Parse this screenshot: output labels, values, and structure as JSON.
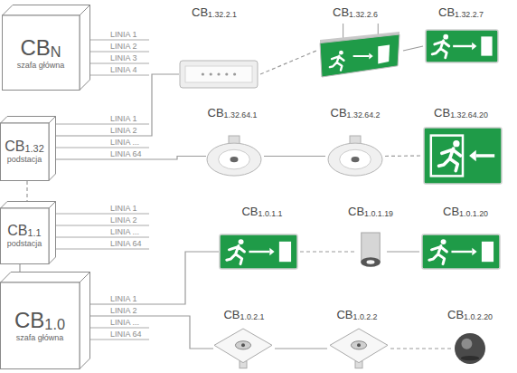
{
  "diagram": {
    "nodes": [
      {
        "text": [
          "CBN",
          "szafa główna"
        ]
      },
      {
        "text": [
          "CB1.32.2.1"
        ]
      },
      {
        "text": [
          "CB1.32.2.6"
        ]
      },
      {
        "text": [
          "CB1.32.2.7"
        ]
      },
      {
        "text": [
          "CB1.32",
          "podstacja"
        ]
      },
      {
        "text": [
          "CB1.32.64.1"
        ]
      },
      {
        "text": [
          "CB1.32.64.2"
        ]
      },
      {
        "text": [
          "CB1.32.64.20"
        ]
      },
      {
        "text": [
          "CB1.1",
          "podstacja"
        ]
      },
      {
        "text": [
          "CB1.0.1.1"
        ]
      },
      {
        "text": [
          "CB1.0.1.19"
        ]
      },
      {
        "text": [
          "CB1.0.1.20"
        ]
      },
      {
        "text": [
          "CB1.0",
          "szafa główna"
        ]
      },
      {
        "text": [
          "CB1.0.2.1"
        ]
      },
      {
        "text": [
          "CB1.0.2.2"
        ]
      },
      {
        "text": [
          "CB1.0.2.20"
        ]
      }
    ],
    "edges": [
      {
        "from": 4,
        "to": 1,
        "arrow": "none",
        "label": "LINIA 2"
      },
      {
        "from": 4,
        "to": 5,
        "arrow": "none",
        "label": "LINIA 64"
      },
      {
        "from": 4,
        "to": 8,
        "arrow": "none"
      },
      {
        "from": 8,
        "to": 12,
        "arrow": "none"
      },
      {
        "from": 12,
        "to": 9,
        "arrow": "none",
        "label": "LINIA 1"
      },
      {
        "from": 12,
        "to": 13,
        "arrow": "none",
        "label": "LINIA 2"
      },
      {
        "from": 1,
        "to": 2,
        "arrow": "none"
      },
      {
        "from": 2,
        "to": 3,
        "arrow": "none"
      },
      {
        "from": 5,
        "to": 6,
        "arrow": "none"
      },
      {
        "from": 6,
        "to": 7,
        "arrow": "none"
      },
      {
        "from": 9,
        "to": 10,
        "arrow": "none"
      },
      {
        "from": 10,
        "to": 11,
        "arrow": "none"
      },
      {
        "from": 13,
        "to": 14,
        "arrow": "none"
      },
      {
        "from": 14,
        "to": 15,
        "arrow": "none"
      }
    ],
    "labels": [
      "LINIA 1",
      "LINIA 2",
      "LINIA 3",
      "LINIA 4",
      "LINIA 1",
      "LINIA ...",
      "LINIA 1",
      "LINIA 2",
      "LINIA ...",
      "LINIA 64",
      "LINIA ...",
      "LINIA 64"
    ]
  }
}
